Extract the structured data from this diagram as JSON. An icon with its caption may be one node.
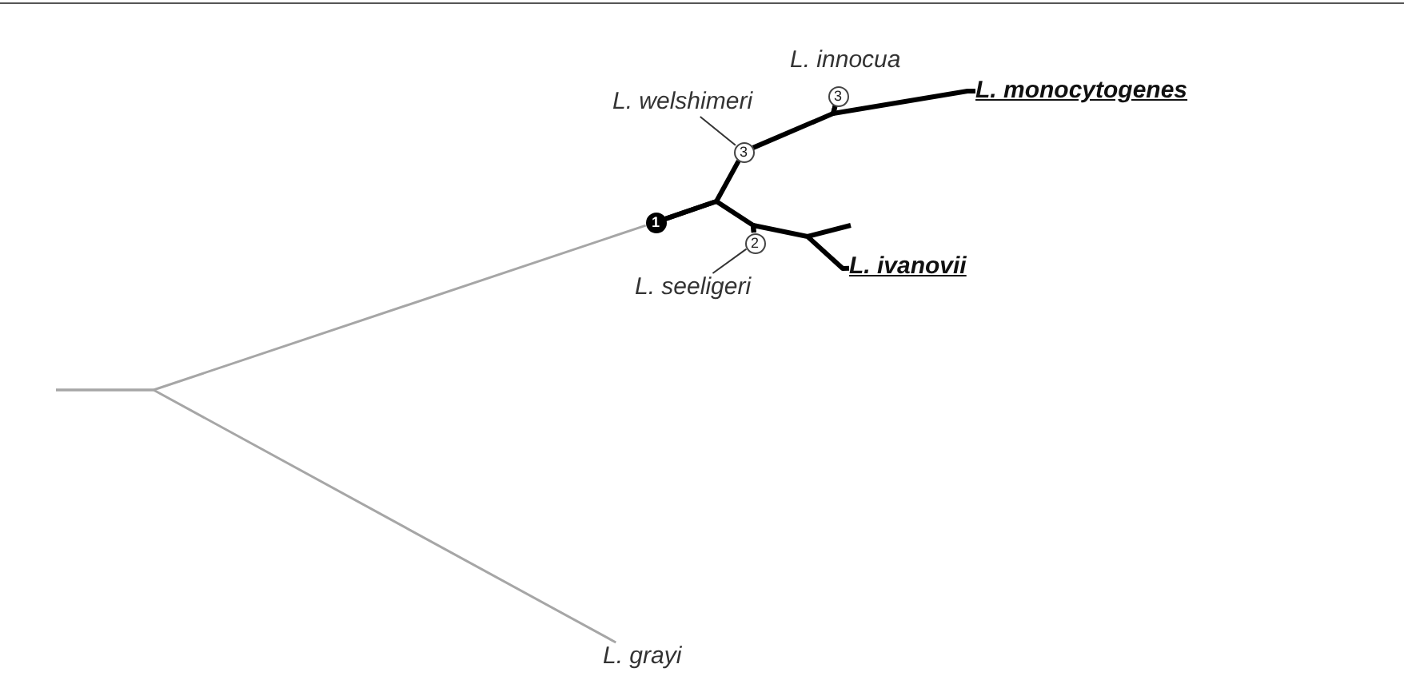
{
  "diagram": {
    "nodes": [
      {
        "text": [
          "L. monocytogenes"
        ]
      },
      {
        "text": [
          "L. welshimeri"
        ]
      },
      {
        "text": [
          "3"
        ]
      },
      {
        "text": [
          "3"
        ],
        "beside": [
          "L. innocua"
        ]
      },
      {
        "text": [
          "1"
        ]
      },
      {
        "text": [
          "2"
        ]
      },
      {
        "text": [
          "L. ivanovii"
        ]
      },
      {
        "text": [
          "L. seeligeri"
        ]
      },
      {
        "text": [
          "L. grayi"
        ]
      }
    ],
    "edges": [
      {
        "from": null,
        "to": 4,
        "arrow": "none",
        "color": "#a6a6a6"
      },
      {
        "from": null,
        "to": 8,
        "arrow": "none",
        "color": "#a6a6a6"
      },
      {
        "from": 4,
        "to": 2,
        "arrow": "none"
      },
      {
        "from": 2,
        "to": 3,
        "arrow": "none"
      },
      {
        "from": 3,
        "to": 0,
        "arrow": "none"
      },
      {
        "from": 4,
        "to": 5,
        "arrow": "none"
      },
      {
        "from": 5,
        "to": 6,
        "arrow": "none"
      },
      {
        "from": 1,
        "to": 2,
        "arrow": "none"
      },
      {
        "from": 7,
        "to": 5,
        "arrow": "none"
      }
    ]
  }
}
